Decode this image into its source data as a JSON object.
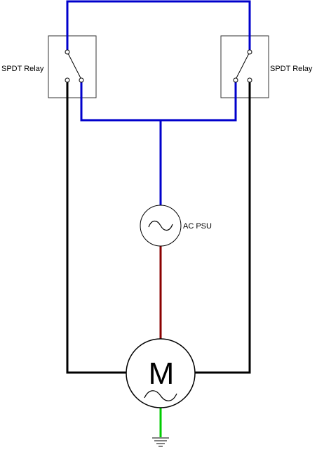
{
  "relays": {
    "left_label": "SPDT Relay",
    "right_label": "SPDT Relay"
  },
  "psu": {
    "label": "AC PSU"
  },
  "motor": {
    "letter": "M"
  },
  "colors": {
    "blue_wire": "#0000cc",
    "black_wire": "#000000",
    "red_wire": "#8b0000",
    "ground_wire": "#00cc00",
    "component_outline": "#333333"
  }
}
